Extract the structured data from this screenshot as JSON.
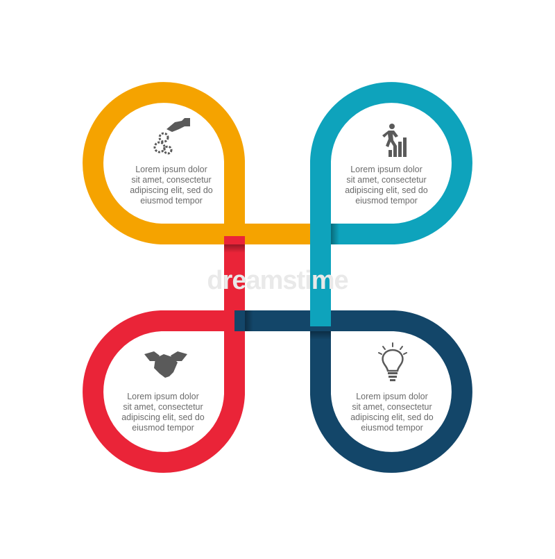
{
  "colors": {
    "orange": "#F5A300",
    "teal": "#0EA3BC",
    "red": "#EA2438",
    "navy": "#134669",
    "icon": "#5a5a5a",
    "text": "#6b6b6b"
  },
  "watermark": "dreamstime",
  "petals": [
    {
      "id": "top-left",
      "color": "orange",
      "icon": "hand-gears-icon",
      "lines": [
        "Lorem ipsum dolor",
        "sit amet, consectetur",
        "adipiscing elit, sed do",
        "eiusmod tempor"
      ]
    },
    {
      "id": "top-right",
      "color": "teal",
      "icon": "growth-stairs-icon",
      "lines": [
        "Lorem ipsum dolor",
        "sit amet, consectetur",
        "adipiscing elit, sed do",
        "eiusmod tempor"
      ]
    },
    {
      "id": "bottom-left",
      "color": "red",
      "icon": "handshake-icon",
      "lines": [
        "Lorem ipsum dolor",
        "sit amet, consectetur",
        "adipiscing elit, sed do",
        "eiusmod tempor"
      ]
    },
    {
      "id": "bottom-right",
      "color": "navy",
      "icon": "lightbulb-icon",
      "lines": [
        "Lorem ipsum dolor",
        "sit amet, consectetur",
        "adipiscing elit, sed do",
        "eiusmod tempor"
      ]
    }
  ]
}
